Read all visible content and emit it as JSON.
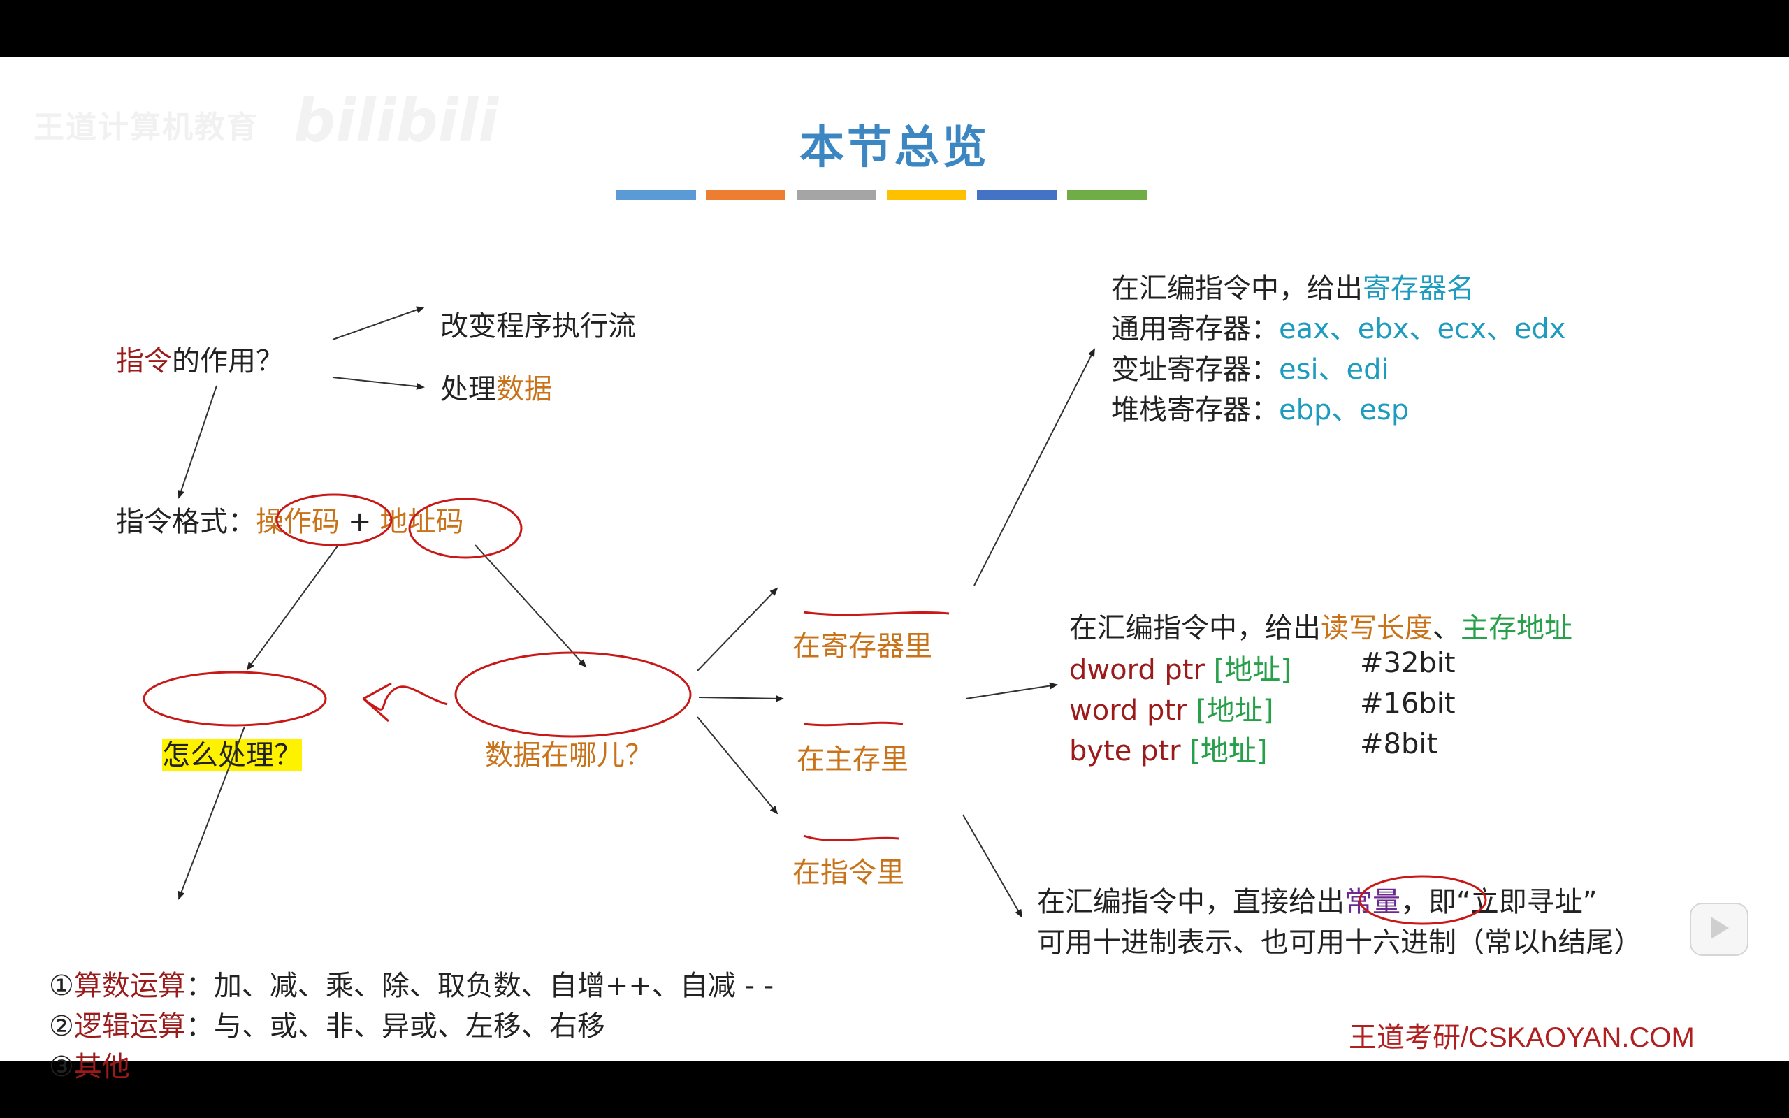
{
  "watermark": {
    "brand": "王道计算机教育",
    "site": "bilibili"
  },
  "slide": {
    "title": "本节总览",
    "bars": [
      "#5b9bd5",
      "#ed7d31",
      "#a5a5a5",
      "#ffc000",
      "#4472c4",
      "#70ad47"
    ],
    "role": {
      "key": "指令",
      "rest": "的作用？"
    },
    "change_flow": "改变程序执行流",
    "process": {
      "prefix": "处理",
      "key": "数据"
    },
    "format": {
      "label": "指令格式：",
      "opcode": "操作码",
      "plus": "+",
      "addrcode": "地址码"
    },
    "how": "怎么处理？",
    "where": "数据在哪儿？",
    "locations": {
      "reg": "在寄存器里",
      "mem": "在主存里",
      "instr": "在指令里"
    },
    "ops": [
      {
        "num": "①",
        "name": "算数运算",
        "desc": "：加、减、乘、除、取负数、自增++、自减 - -"
      },
      {
        "num": "②",
        "name": "逻辑运算",
        "desc": "：与、或、非、异或、左移、右移"
      },
      {
        "num": "③",
        "name": "其他",
        "desc": ""
      }
    ],
    "reg_info": {
      "line1_prefix": "在汇编指令中，给出",
      "line1_key": "寄存器名",
      "general_label": "通用寄存器：",
      "general_val": "eax、ebx、ecx、edx",
      "index_label": "变址寄存器：",
      "index_val": "esi、edi",
      "stack_label": "堆栈寄存器：",
      "stack_val": "ebp、esp"
    },
    "mem_info": {
      "prefix": "在汇编指令中，给出",
      "k1": "读写长度",
      "sep": "、",
      "k2": "主存地址",
      "rows": [
        {
          "ptr": "dword ptr ",
          "addr": "[地址]",
          "bits": "#32bit"
        },
        {
          "ptr": "word ptr ",
          "addr": "[地址]",
          "bits": "#16bit"
        },
        {
          "ptr": "byte ptr ",
          "addr": "[地址]",
          "bits": "#8bit"
        }
      ]
    },
    "imm_info": {
      "prefix": "在汇编指令中，直接给出",
      "key": "常量",
      "suffix": "，即“立即寻址”",
      "line2": "可用十进制表示、也可用十六进制（常以h结尾）"
    },
    "footer": "王道考研/CSKAOYAN.COM"
  }
}
